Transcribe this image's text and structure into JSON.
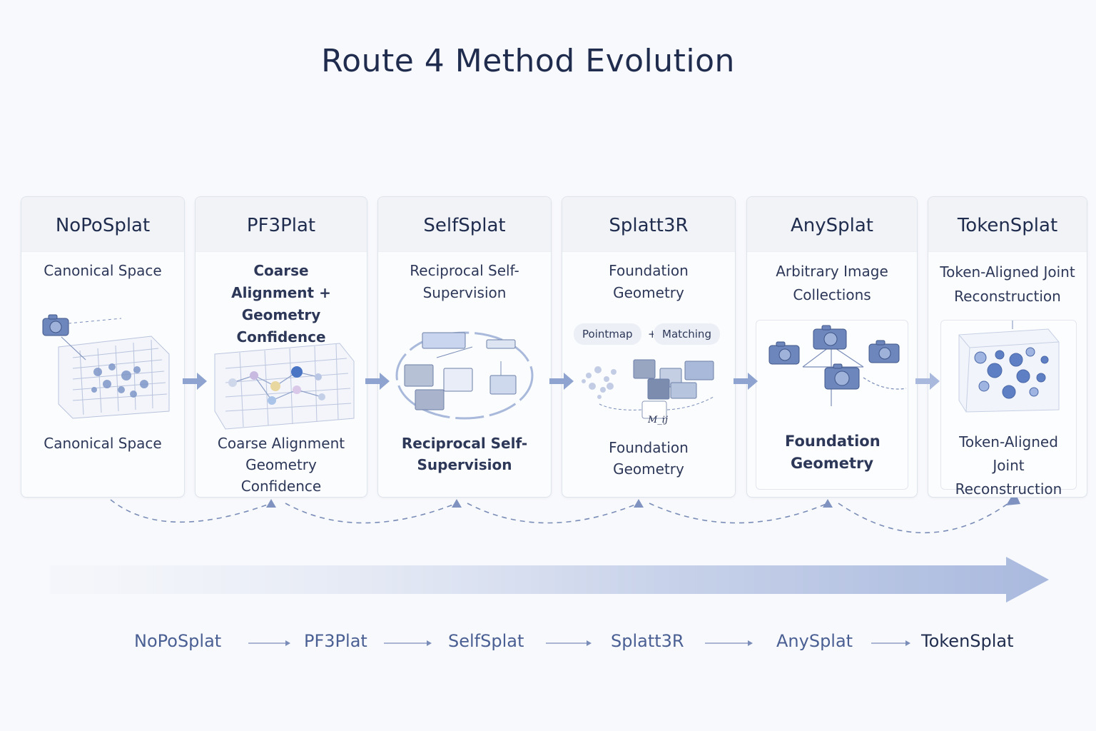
{
  "title": "Route 4 Method Evolution",
  "cards": [
    {
      "name": "NoPoSplat",
      "subtitle": "Canonical Space",
      "caption": "Canonical Space"
    },
    {
      "name": "PF3Plat",
      "subtitle": "Coarse Alignment + Geometry Confidence",
      "caption": "Coarse Alignment Geometry Confidence"
    },
    {
      "name": "SelfSplat",
      "subtitle": "Reciprocal Self-Supervision",
      "caption": "Reciprocal Self-Supervision"
    },
    {
      "name": "Splatt3R",
      "subtitle": "Foundation Geometry",
      "caption": "Foundation Geometry",
      "pills": [
        "Pointmap",
        "+",
        "Matching"
      ],
      "matrix_label": "M_ij"
    },
    {
      "name": "AnySplat",
      "subtitle": "Arbitrary Image Collections",
      "caption": "Foundation Geometry"
    },
    {
      "name": "TokenSplat",
      "subtitle": "Token-Aligned Joint Reconstruction",
      "caption": "Token-Aligned Joint Reconstruction"
    }
  ],
  "timeline": [
    "NoPoSplat",
    "PF3Plat",
    "SelfSplat",
    "Splatt3R",
    "AnySplat",
    "TokenSplat"
  ],
  "colors": {
    "accent": "#8ea3cf",
    "title": "#1f2c4e",
    "timeline_text": "#4a5f93"
  }
}
